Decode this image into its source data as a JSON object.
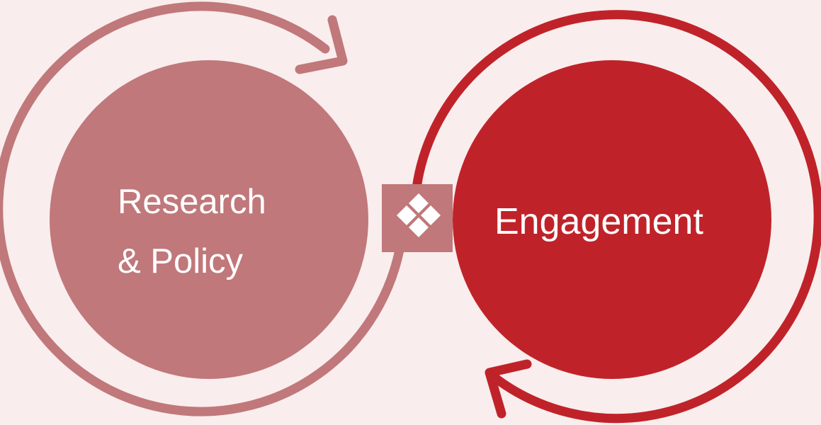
{
  "diagram": {
    "left_node": {
      "label_line_1": "Research",
      "label_line_2": "& Policy",
      "color": "#c0787b"
    },
    "right_node": {
      "label": "Engagement",
      "color": "#bf2329"
    },
    "connector": {
      "icon": "four-diamond-icon",
      "color": "#c0787b"
    },
    "background_color": "#f9eded"
  }
}
